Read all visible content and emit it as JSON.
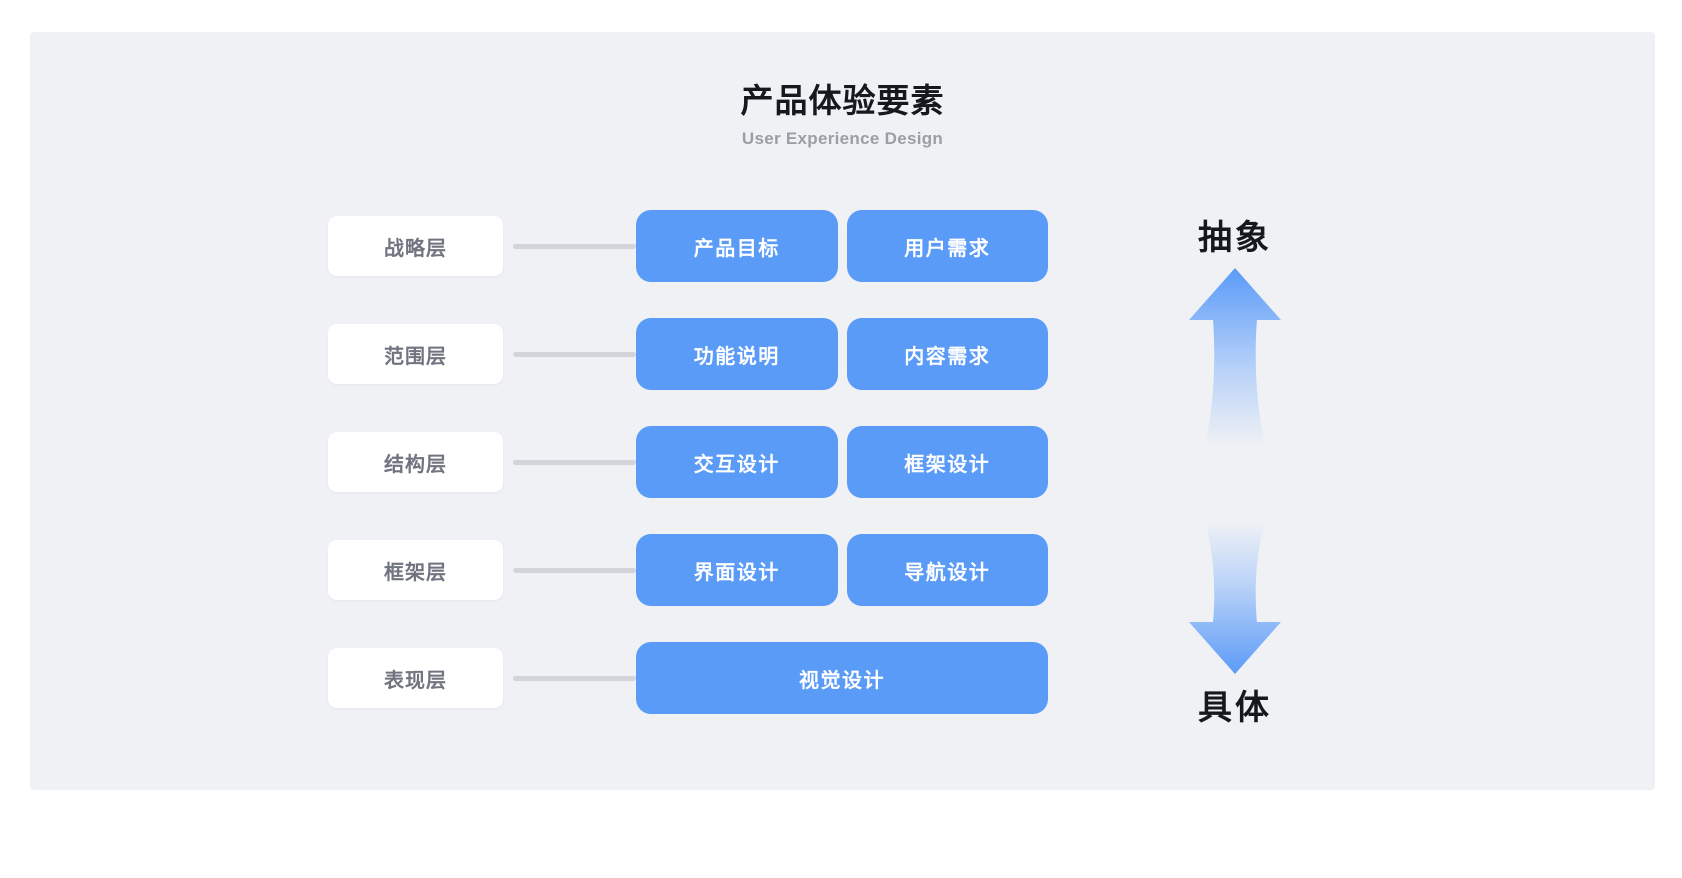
{
  "header": {
    "title": "产品体验要素",
    "subtitle": "User Experience Design"
  },
  "colors": {
    "panel_bg": "#eff1f5",
    "card_blue": "#5b9bf8",
    "label_text": "#6f7480",
    "connector": "#d2d4da",
    "title_text": "#15181d",
    "subtitle_text": "#9a9ea6",
    "label_bg": "#ffffff"
  },
  "axis": {
    "top_label": "抽象",
    "bottom_label": "具体",
    "up_arrow_icon": "arrow-up-icon",
    "down_arrow_icon": "arrow-down-icon"
  },
  "layers": [
    {
      "name": "战略层",
      "cards": [
        {
          "label": "产品目标"
        },
        {
          "label": "用户需求"
        }
      ]
    },
    {
      "name": "范围层",
      "cards": [
        {
          "label": "功能说明"
        },
        {
          "label": "内容需求"
        }
      ]
    },
    {
      "name": "结构层",
      "cards": [
        {
          "label": "交互设计"
        },
        {
          "label": "框架设计"
        }
      ]
    },
    {
      "name": "框架层",
      "cards": [
        {
          "label": "界面设计"
        },
        {
          "label": "导航设计"
        }
      ]
    },
    {
      "name": "表现层",
      "cards": [
        {
          "label": "视觉设计"
        }
      ]
    }
  ]
}
